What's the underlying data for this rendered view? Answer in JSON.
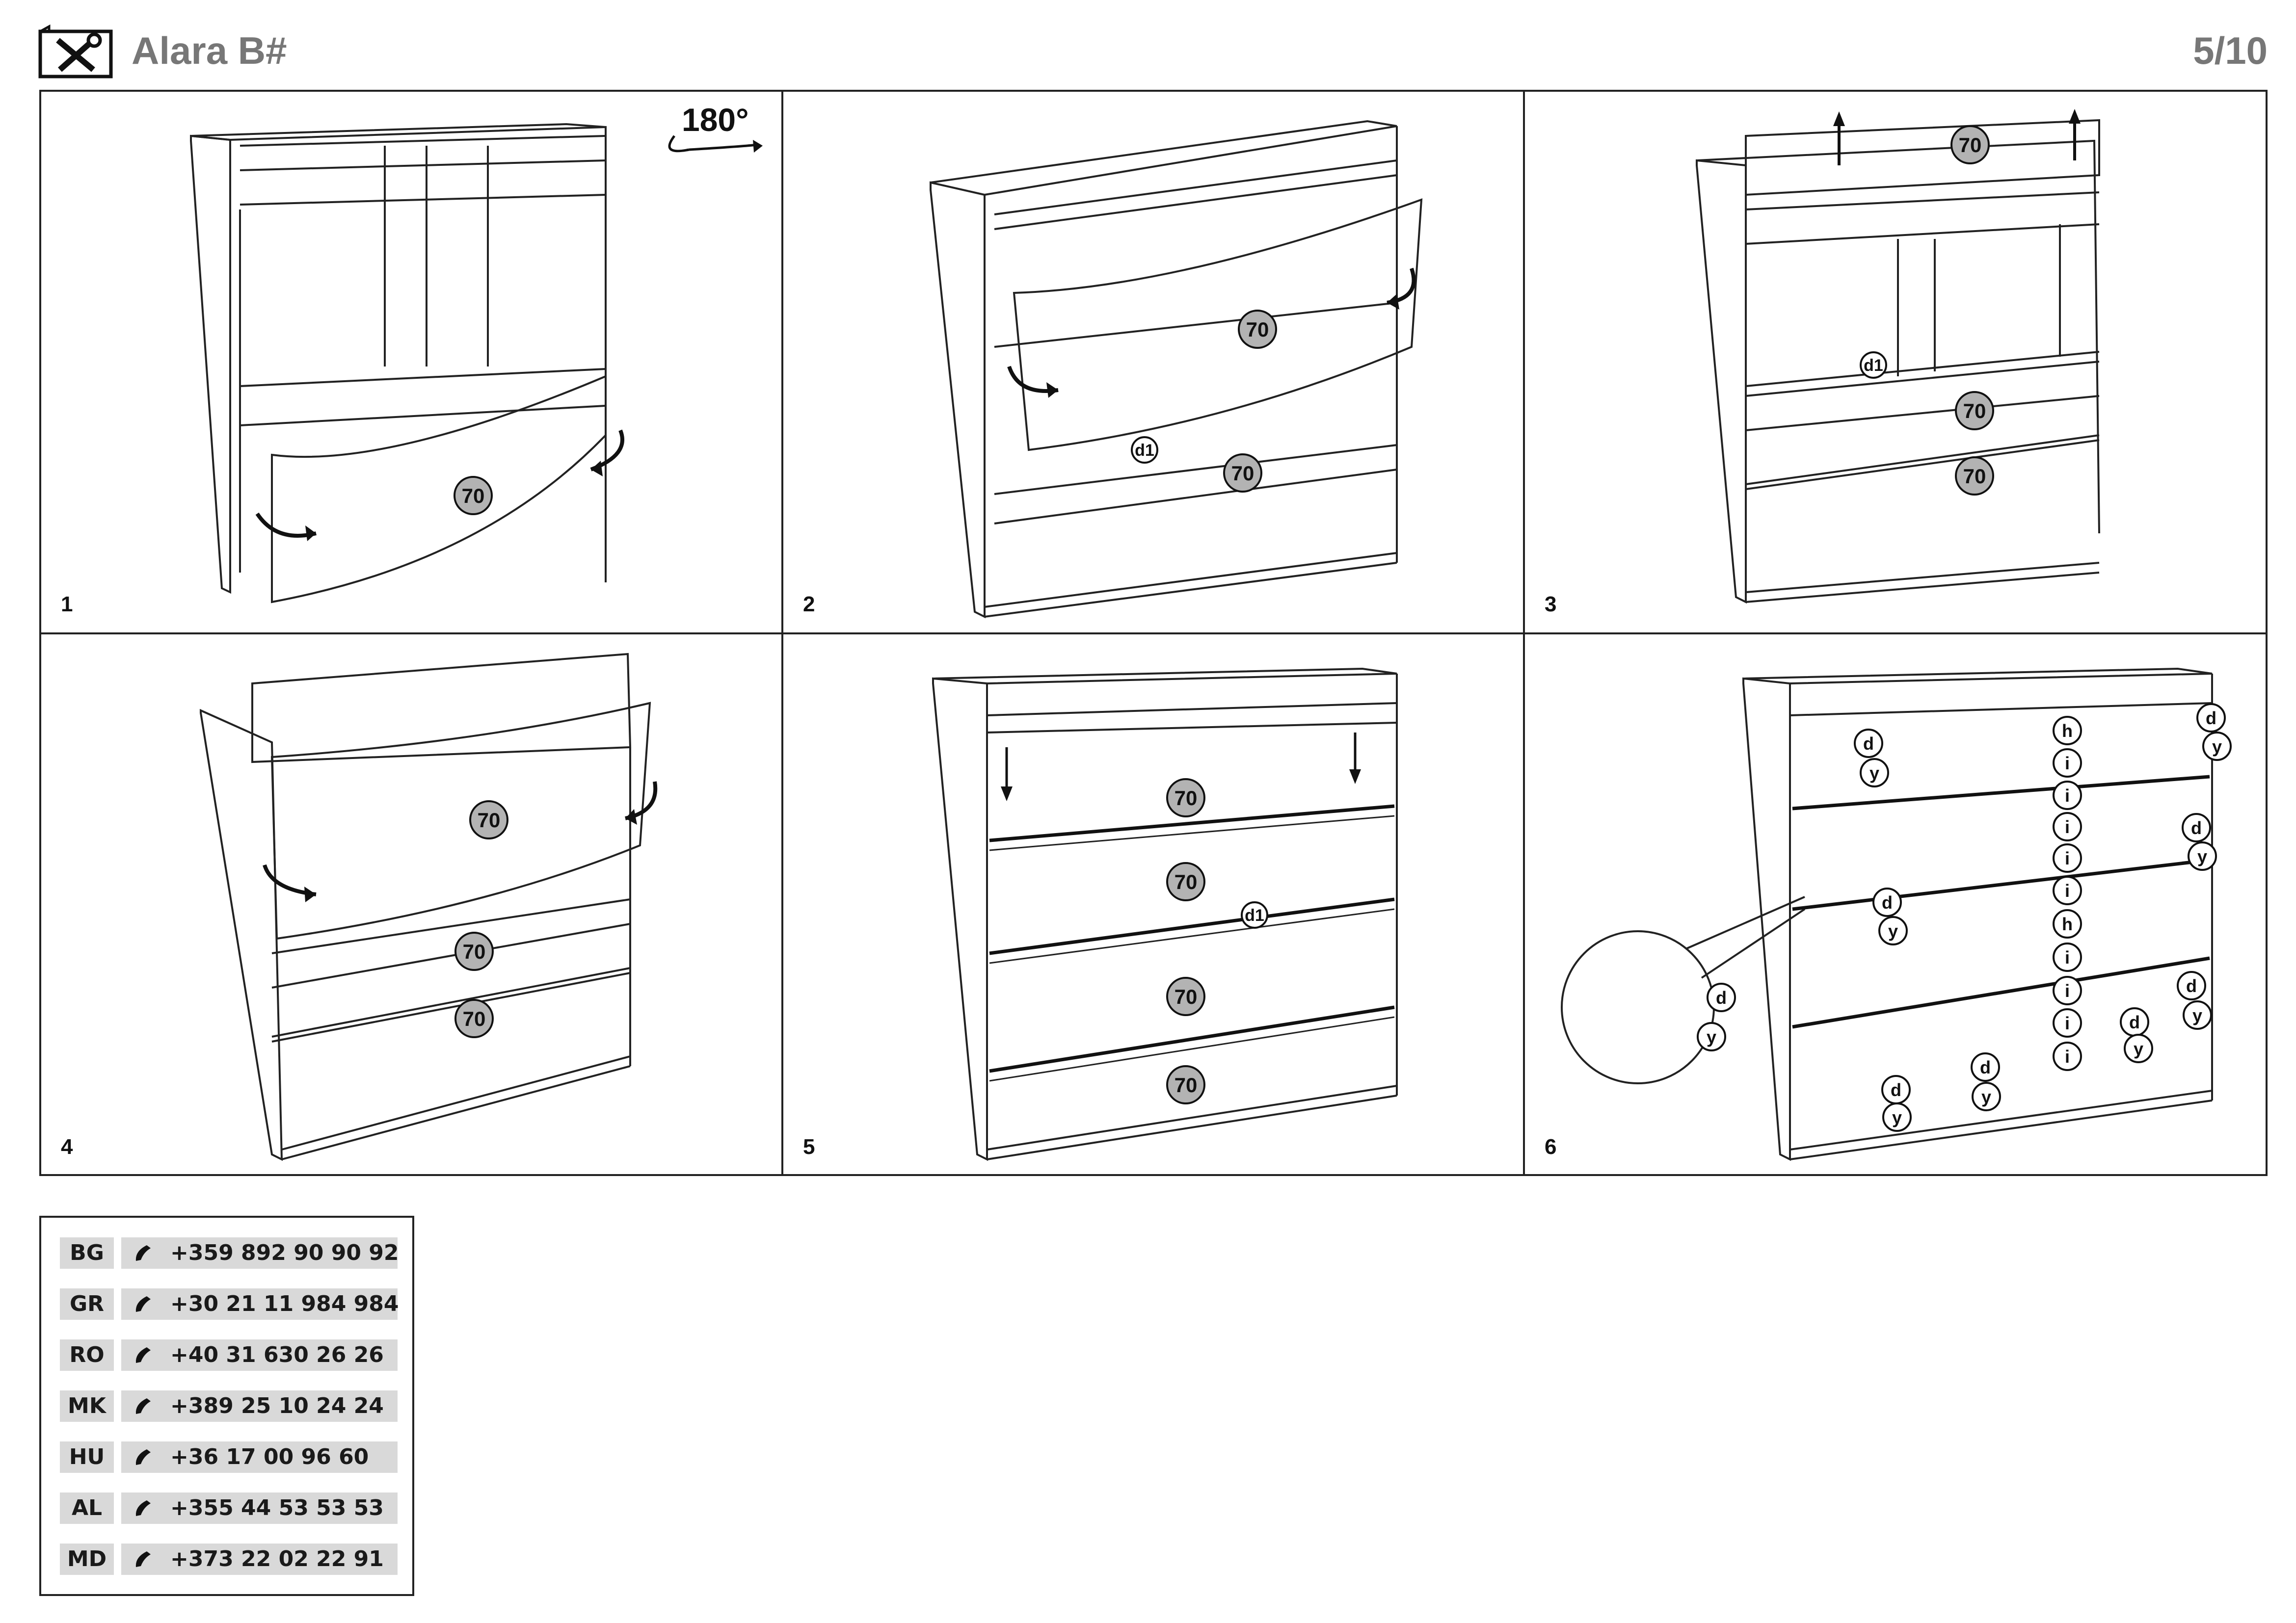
{
  "header": {
    "title": "Alara B#",
    "page": "5/10",
    "icon": "tools-icon"
  },
  "steps": [
    {
      "number": "1",
      "badges": [
        "70"
      ],
      "rotate_label": "180°"
    },
    {
      "number": "2",
      "badges": [
        "70",
        "70"
      ],
      "hardware": [
        "d1"
      ]
    },
    {
      "number": "3",
      "badges": [
        "70",
        "70",
        "70"
      ],
      "hardware": [
        "d1"
      ]
    },
    {
      "number": "4",
      "badges": [
        "70",
        "70",
        "70"
      ]
    },
    {
      "number": "5",
      "badges": [
        "70",
        "70",
        "70",
        "70"
      ],
      "hardware": [
        "d1"
      ]
    },
    {
      "number": "6",
      "hardware": [
        "d",
        "y",
        "h",
        "i"
      ]
    }
  ],
  "contacts": [
    {
      "code": "BG",
      "phone": "+359 892 90 90 92"
    },
    {
      "code": "GR",
      "phone": "+30 21 11 984 984"
    },
    {
      "code": "RO",
      "phone": "+40 31 630 26 26"
    },
    {
      "code": "MK",
      "phone": "+389 25 10 24 24"
    },
    {
      "code": "HU",
      "phone": "+36 17 00 96 60"
    },
    {
      "code": "AL",
      "phone": "+355 44 53 53 53"
    },
    {
      "code": "MD",
      "phone": "+373 22 02 22 91"
    }
  ],
  "colors": {
    "badge_fill": "#b3b3b3",
    "cell_fill": "#d9d9d9",
    "title_gray": "#777777",
    "line": "#222222"
  }
}
